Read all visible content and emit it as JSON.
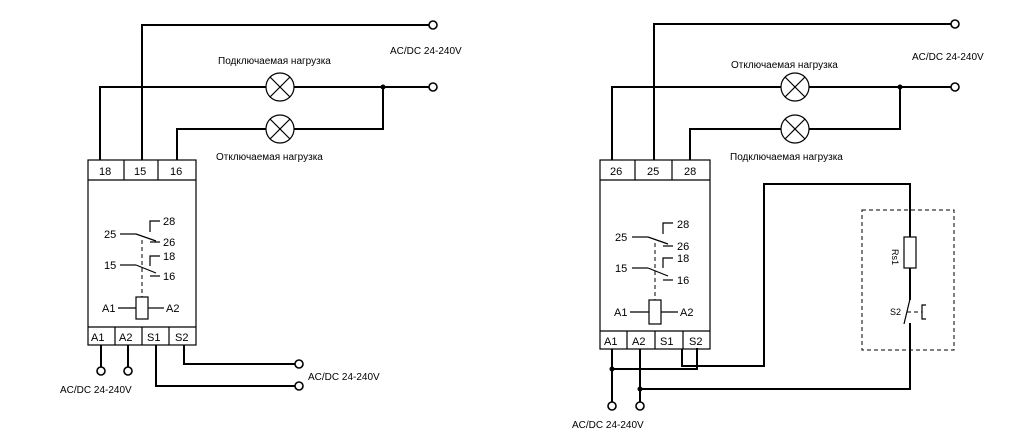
{
  "left": {
    "supply": "AC/DC 24-240V",
    "load_top": "Подключаемая нагрузка",
    "load_bottom": "Отключаемая нагрузка",
    "control_supply": "AC/DC 24-240V",
    "bottom_supply": "AC/DC 24-240V",
    "top_terminals": [
      "18",
      "15",
      "16"
    ],
    "bottom_terminals": [
      "A1",
      "A2",
      "S1",
      "S2"
    ],
    "contacts": [
      "28",
      "25",
      "26",
      "18",
      "15",
      "16"
    ],
    "coil": [
      "A1",
      "A2"
    ]
  },
  "right": {
    "supply": "AC/DC 24-240V",
    "load_top": "Отключаемая нагрузка",
    "load_bottom": "Подключаемая нагрузка",
    "bottom_supply": "AC/DC 24-240V",
    "top_terminals": [
      "26",
      "25",
      "28"
    ],
    "bottom_terminals": [
      "A1",
      "A2",
      "S1",
      "S2"
    ],
    "contacts": [
      "28",
      "25",
      "26",
      "18",
      "15",
      "16"
    ],
    "coil": [
      "A1",
      "A2"
    ],
    "sensor_label": "Rs1",
    "switch_label": "S2"
  }
}
